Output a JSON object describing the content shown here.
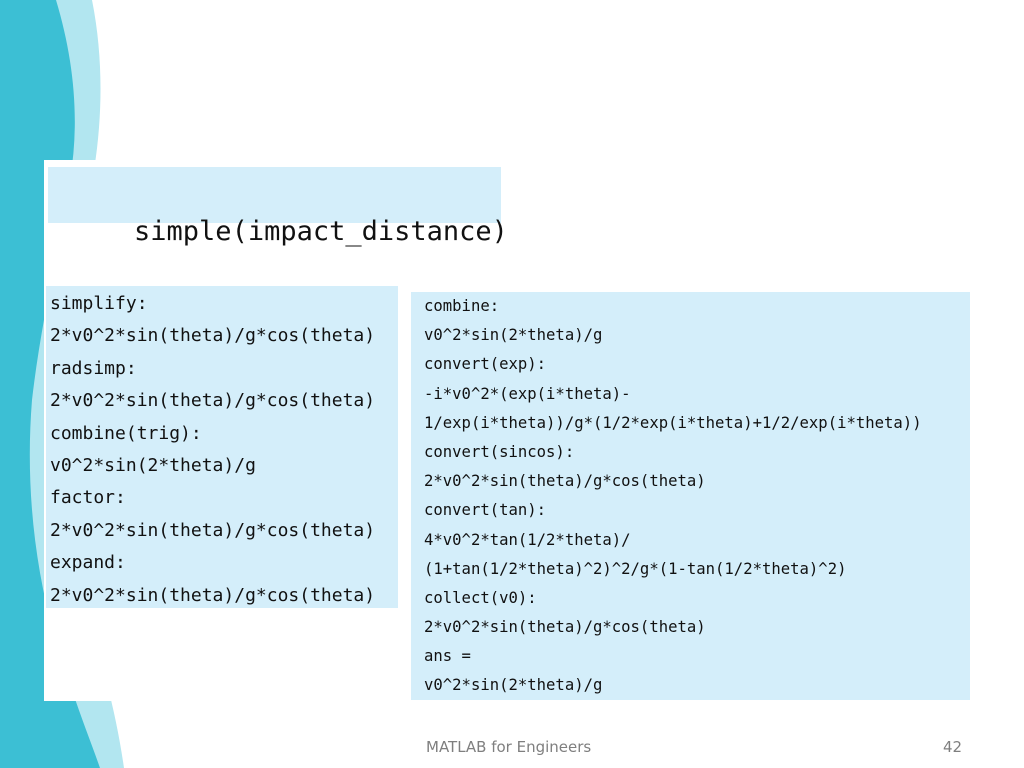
{
  "colors": {
    "code_background": "#d4eefa",
    "decor_dark_teal": "#3cbfd4",
    "decor_light_teal": "#b2e6f0",
    "footer_text": "#7f7f7f"
  },
  "title_command": "simple(impact_distance)",
  "left_output": [
    "simplify:",
    "2*v0^2*sin(theta)/g*cos(theta)",
    "radsimp:",
    "2*v0^2*sin(theta)/g*cos(theta)",
    "combine(trig):",
    "v0^2*sin(2*theta)/g",
    "factor:",
    "2*v0^2*sin(theta)/g*cos(theta)",
    "expand:",
    "2*v0^2*sin(theta)/g*cos(theta)"
  ],
  "right_output": [
    "combine:",
    "v0^2*sin(2*theta)/g",
    "convert(exp):",
    "-i*v0^2*(exp(i*theta)-",
    "1/exp(i*theta))/g*(1/2*exp(i*theta)+1/2/exp(i*theta))",
    "convert(sincos):",
    "2*v0^2*sin(theta)/g*cos(theta)",
    "convert(tan):",
    "4*v0^2*tan(1/2*theta)/",
    "(1+tan(1/2*theta)^2)^2/g*(1-tan(1/2*theta)^2)",
    "collect(v0):",
    "2*v0^2*sin(theta)/g*cos(theta)",
    "ans =",
    "v0^2*sin(2*theta)/g"
  ],
  "footer": {
    "title": "MATLAB for Engineers",
    "page_number": "42"
  }
}
